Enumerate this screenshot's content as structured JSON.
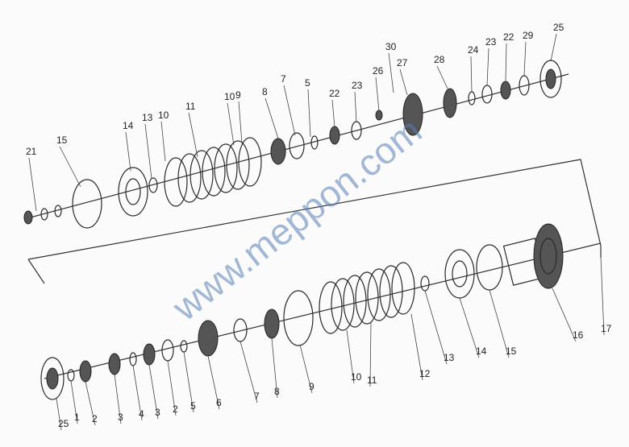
{
  "diagram": {
    "type": "exploded-parts-view",
    "watermark": "www.meppon.com",
    "upper_row_callouts": [
      "21",
      "15",
      "14",
      "13",
      "10",
      "11",
      "10",
      "9",
      "8",
      "7",
      "5",
      "22",
      "23",
      "26",
      "30",
      "27",
      "28",
      "24",
      "23",
      "22",
      "29",
      "25"
    ],
    "lower_row_callouts": [
      "25",
      "1",
      "2",
      "3",
      "4",
      "3",
      "2",
      "5",
      "6",
      "7",
      "8",
      "9",
      "10",
      "11",
      "12",
      "13",
      "14",
      "15",
      "16",
      "17"
    ]
  }
}
